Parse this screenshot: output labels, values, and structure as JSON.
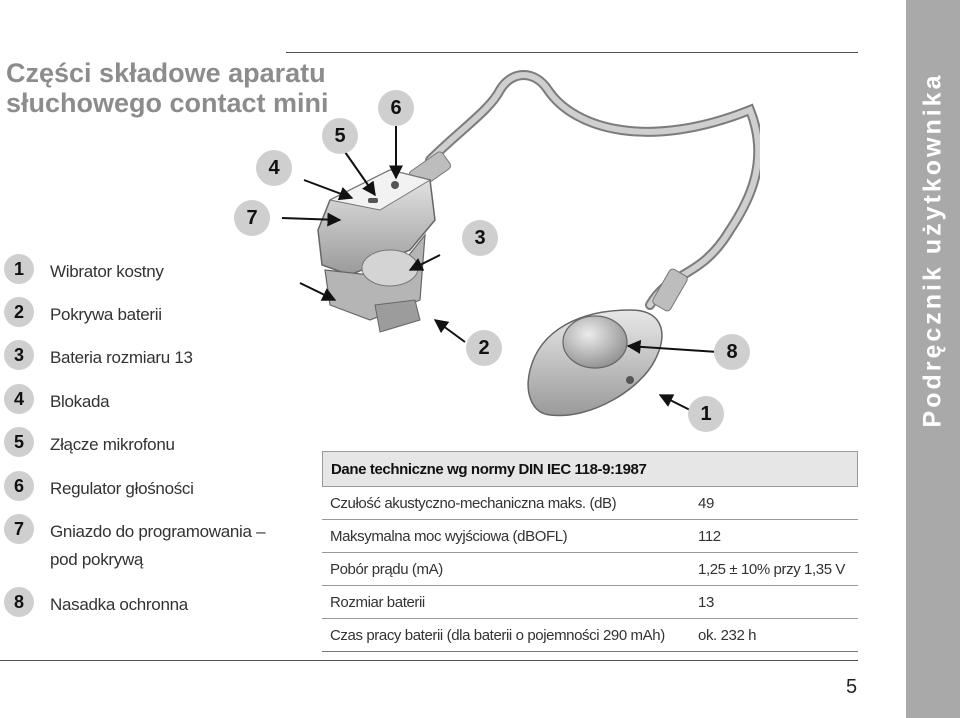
{
  "title": "Części składowe aparatu słuchowego contact mini",
  "parts": [
    {
      "num": "1",
      "label": "Wibrator kostny"
    },
    {
      "num": "2",
      "label": "Pokrywa baterii"
    },
    {
      "num": "3",
      "label": "Bateria rozmiaru 13"
    },
    {
      "num": "4",
      "label": "Blokada"
    },
    {
      "num": "5",
      "label": "Złącze mikrofonu"
    },
    {
      "num": "6",
      "label": "Regulator głośności"
    },
    {
      "num": "7",
      "label": "Gniazdo do programowania – pod pokrywą"
    },
    {
      "num": "8",
      "label": "Nasadka ochronna"
    }
  ],
  "diagram_callouts": [
    "4",
    "5",
    "6",
    "7",
    "3",
    "2",
    "1",
    "8"
  ],
  "spec": {
    "heading": "Dane techniczne wg normy DIN IEC 118-9:1987",
    "rows": [
      {
        "label": "Czułość akustyczno-mechaniczna maks. (dB)",
        "value": "49"
      },
      {
        "label": "Maksymalna moc wyjściowa (dBOFL)",
        "value": "112"
      },
      {
        "label": "Pobór prądu (mA)",
        "value": "1,25 ± 10% przy 1,35 V"
      },
      {
        "label": "Rozmiar baterii",
        "value": "13"
      },
      {
        "label": "Czas pracy baterii (dla baterii o pojemności 290 mAh)",
        "value": "ok. 232 h"
      }
    ]
  },
  "page_number": "5",
  "side_label": "Podręcznik użytkownika",
  "colors": {
    "title": "#8c8c8c",
    "badge": "#cfcfcf",
    "side_band": "#a9a9a9",
    "spec_header": "#e6e6e6"
  }
}
